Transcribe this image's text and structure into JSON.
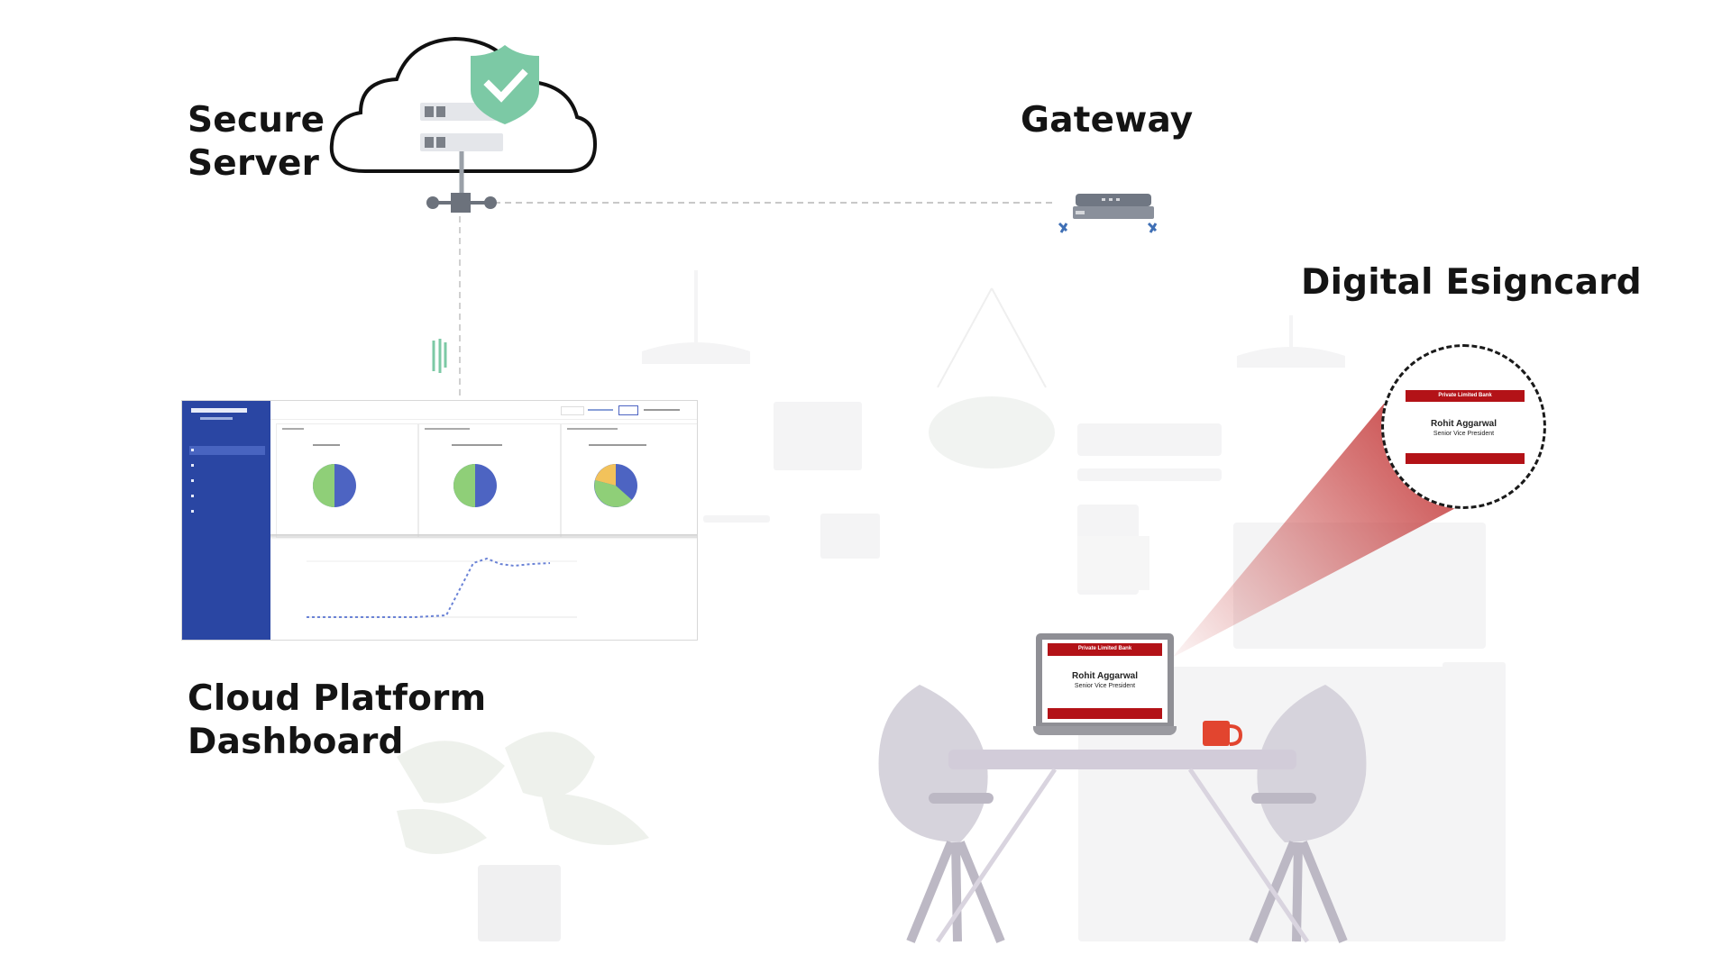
{
  "labels": {
    "secure_server": [
      "Secure",
      "Server"
    ],
    "gateway": "Gateway",
    "digital_esigncard": "Digital Esigncard",
    "cloud_platform_dashboard": [
      "Cloud Platform",
      "Dashboard"
    ]
  },
  "esigncard": {
    "organization": "Private Limited Bank",
    "name": "Rohit Aggarwal",
    "title": "Senior Vice President"
  },
  "colors": {
    "shield": "#7cc9a5",
    "card_red": "#b31217",
    "dashboard_sidebar": "#2a46a3",
    "pie_blue": "#4d64c2",
    "pie_green": "#8fcf78",
    "pie_yellow": "#f2c25b",
    "beam": "#c43a3a",
    "mug": "#e2452f",
    "furniture": "#d6d3dc"
  },
  "icons": {
    "server": "cloud-server-icon",
    "shield": "shield-check-icon",
    "gateway": "router-icon",
    "mug": "mug-icon"
  }
}
